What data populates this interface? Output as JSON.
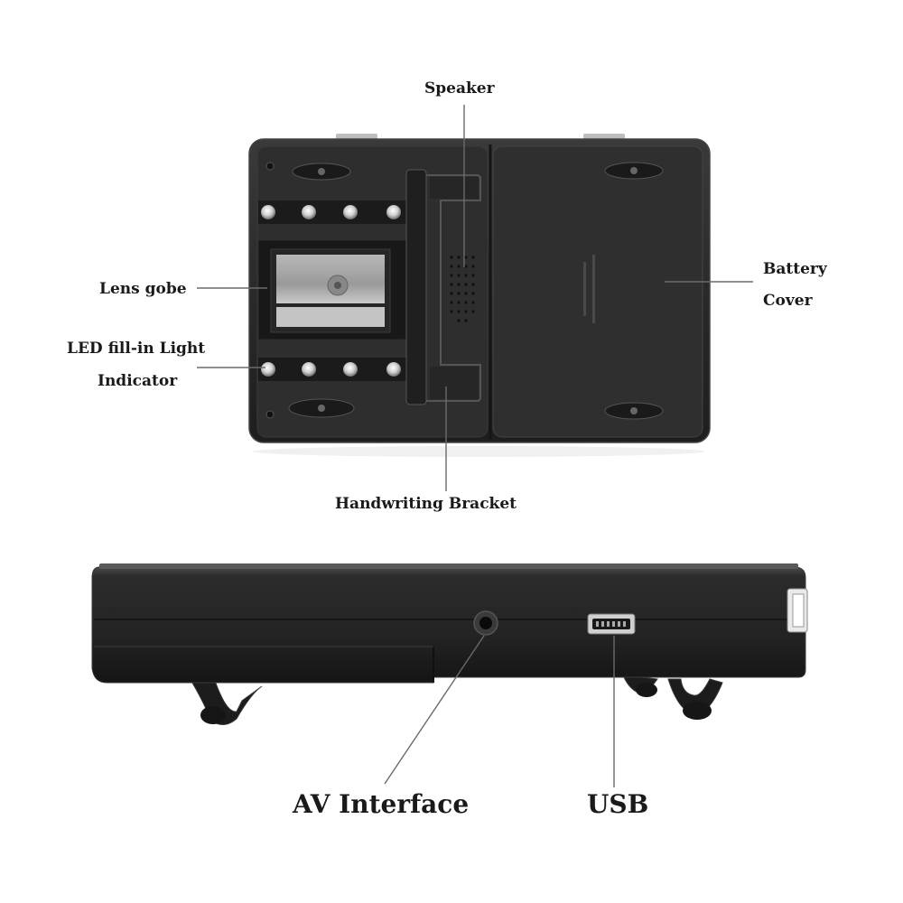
{
  "labels": {
    "speaker": "Speaker",
    "lens_gobe": "Lens gobe",
    "led_line1": "LED fill-in Light",
    "led_line2": "Indicator",
    "battery_line1": "Battery",
    "battery_line2": "Cover",
    "handwriting_bracket": "Handwriting Bracket",
    "av_interface": "AV Interface",
    "usb": "USB"
  },
  "colors": {
    "body": "#2b2b2b",
    "body_dark": "#1c1c1c",
    "body_edge": "#3c3c3c",
    "leader_line": "#6a6a6a",
    "text": "#1a1a1a",
    "led": "#d8d8d8"
  }
}
